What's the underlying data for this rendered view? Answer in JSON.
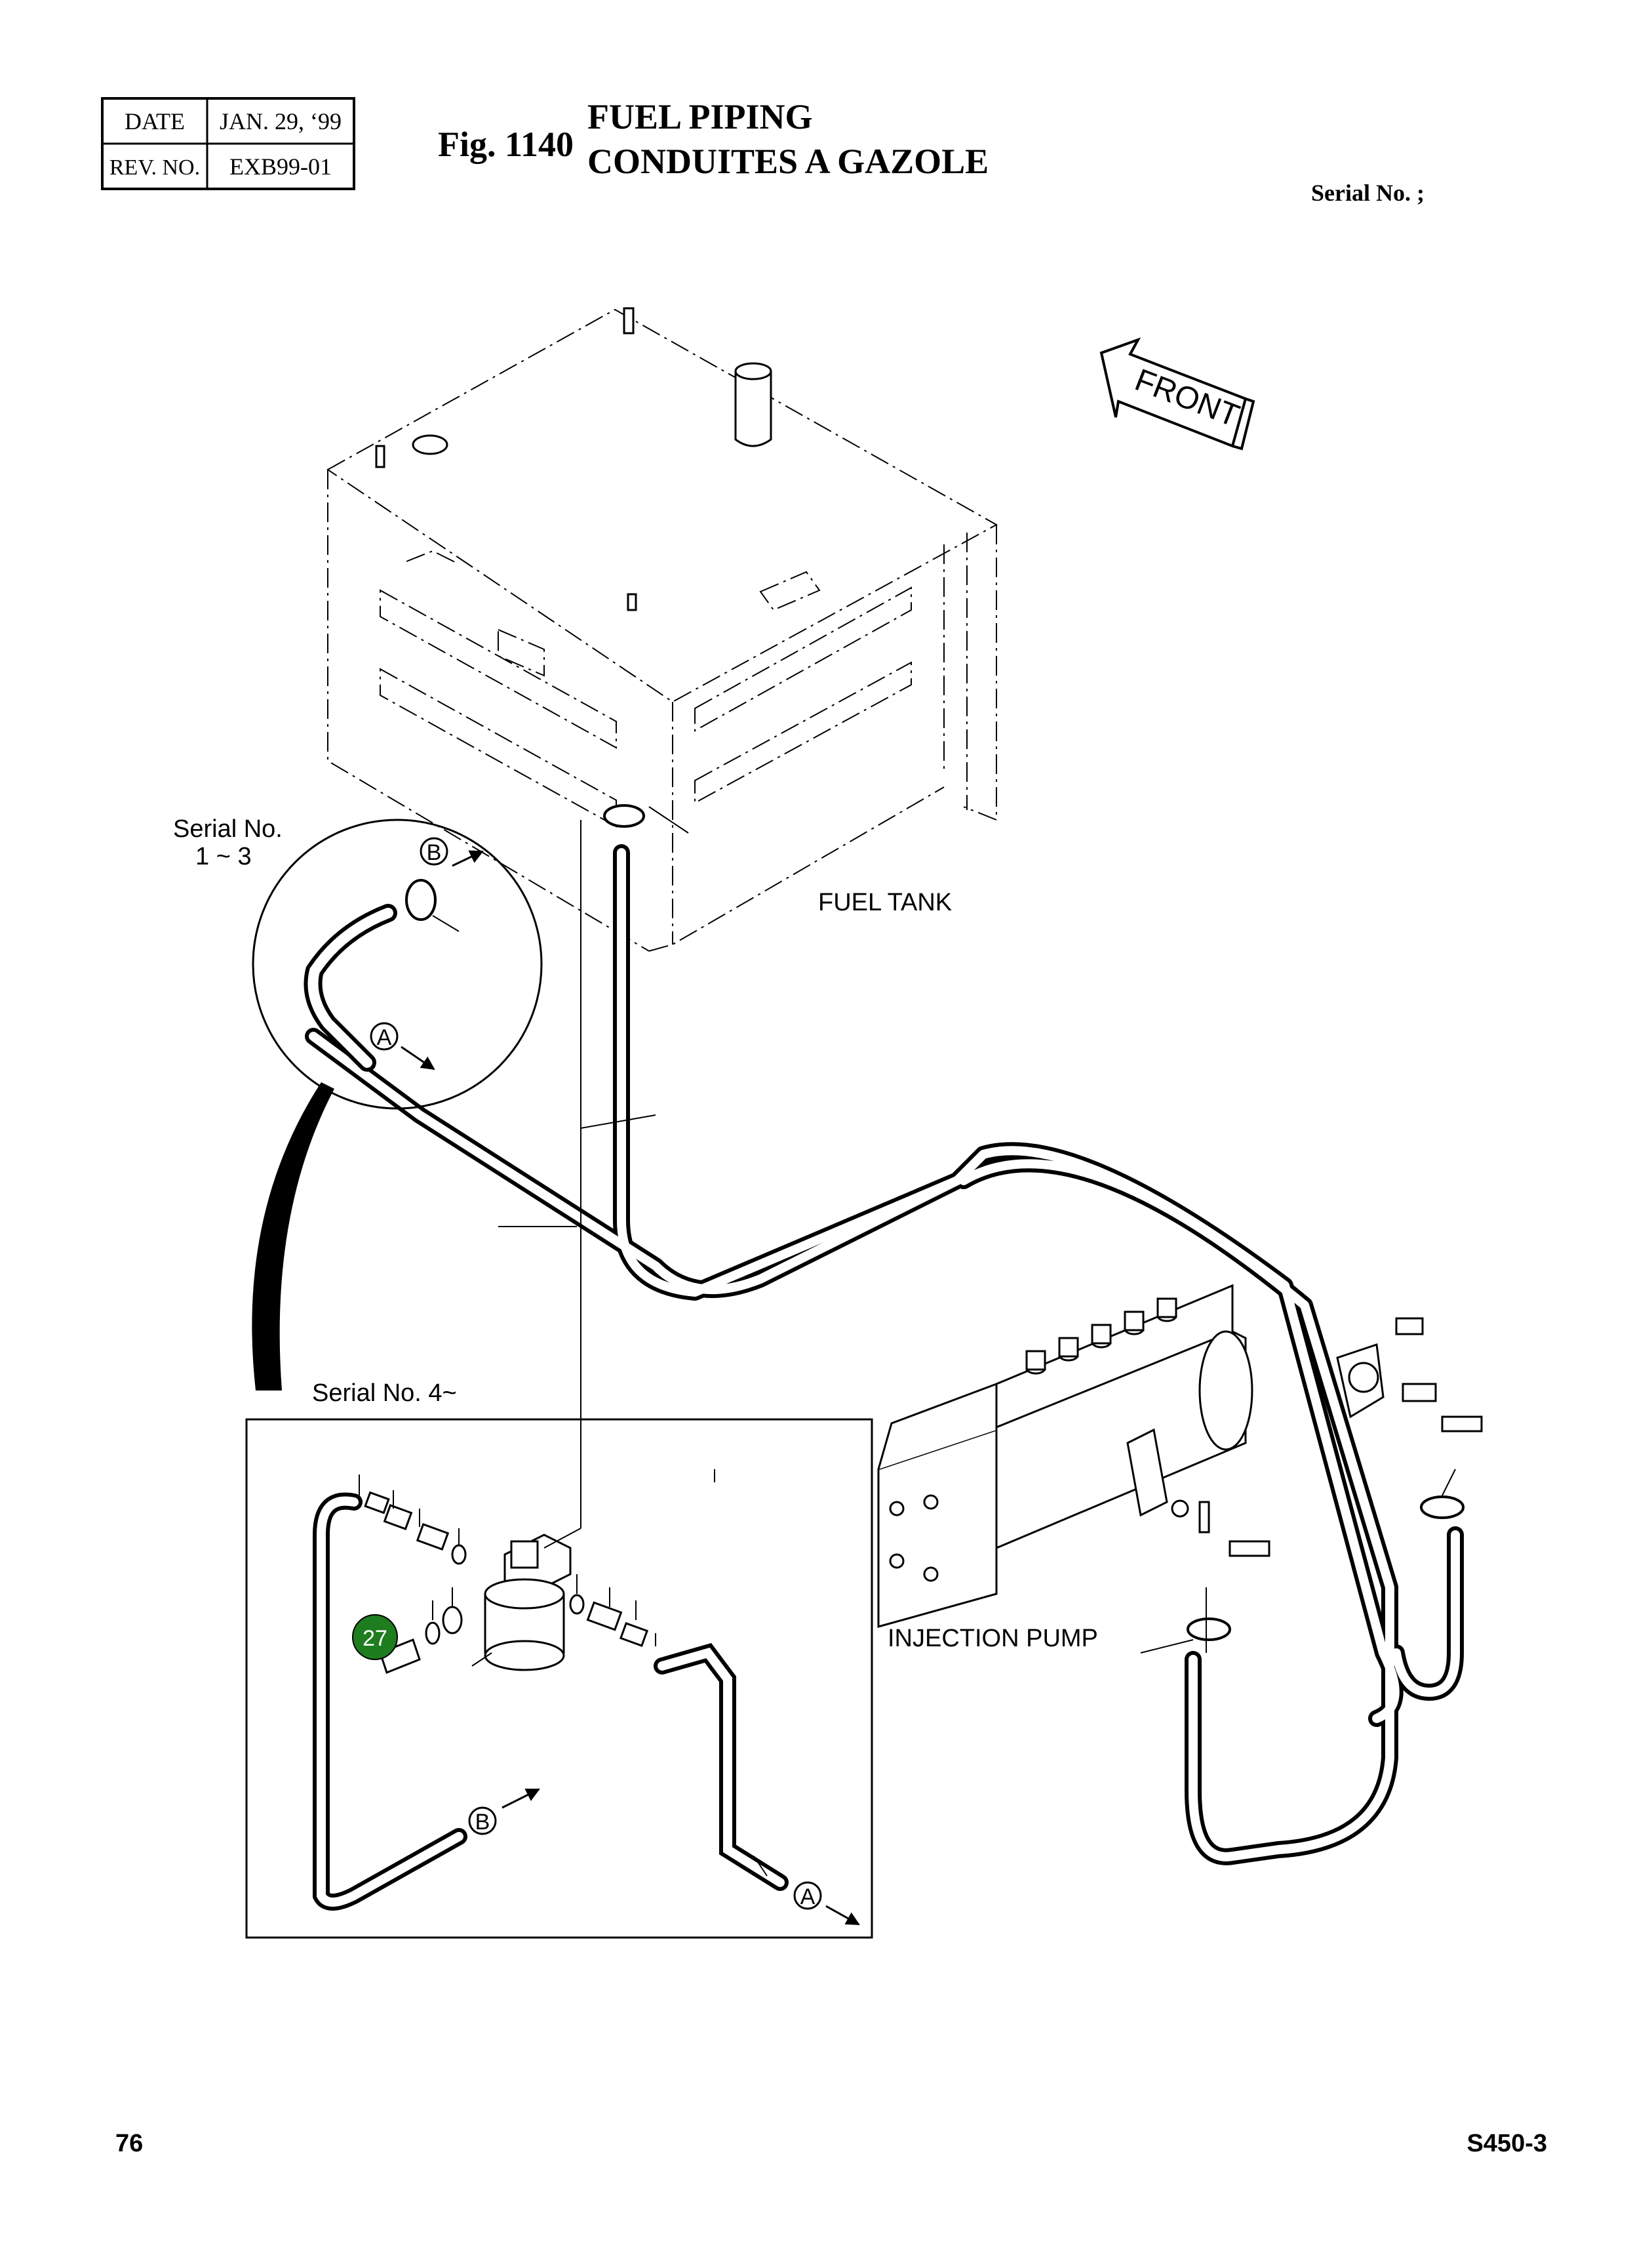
{
  "header": {
    "date_label": "DATE",
    "date_value": "JAN. 29, ‘99",
    "rev_label": "REV. NO.",
    "rev_value": "EXB99-01",
    "fig_number": "Fig. 1140",
    "title_en": "FUEL PIPING",
    "title_fr": "CONDUITES A GAZOLE",
    "serial": "Serial No. ;"
  },
  "labels": {
    "front": "FRONT",
    "fuel_tank": "FUEL TANK",
    "injection_pump": "INJECTION PUMP",
    "serial_1_3_line1": "Serial No.",
    "serial_1_3_line2": "1 ~ 3",
    "serial_4": "Serial No. 4~",
    "marker_a": "A",
    "marker_b": "B",
    "callout_27": "27"
  },
  "colors": {
    "ink": "#000000",
    "callout_fill": "#1e7d1e",
    "callout_text": "#ffffff"
  },
  "footer": {
    "page_number": "76",
    "model": "S450-3"
  }
}
